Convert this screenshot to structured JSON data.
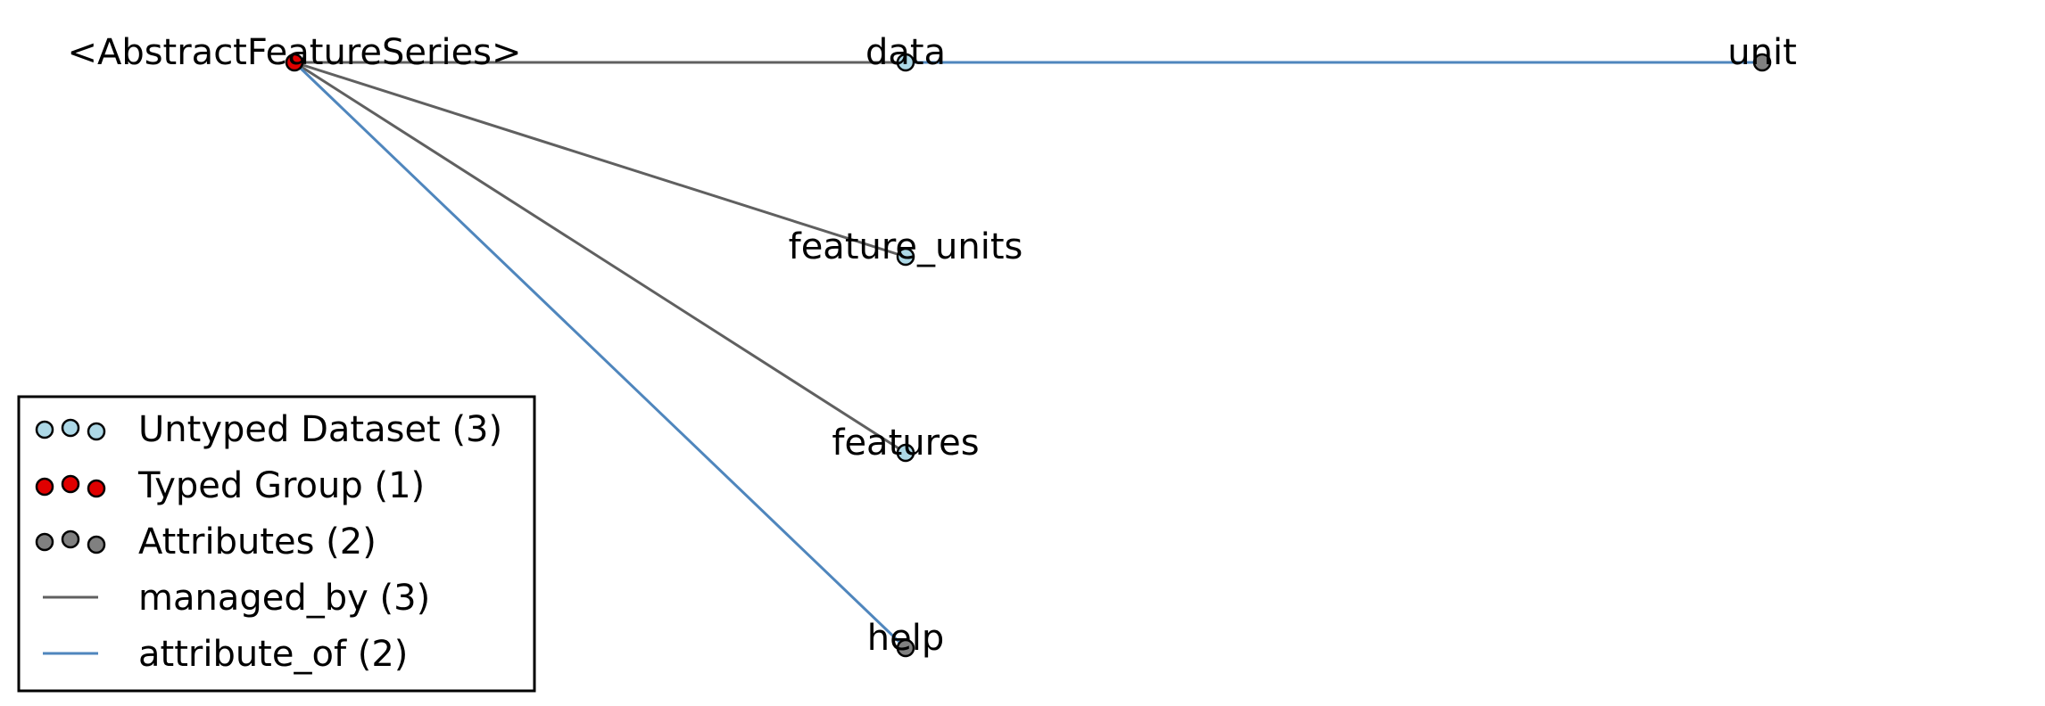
{
  "colors": {
    "managed_by": "#606060",
    "attribute_of": "#4f86bd",
    "untyped_dataset": "#add8e6",
    "typed_group": "#e00000",
    "attributes": "#808080",
    "node_stroke": "#000000"
  },
  "nodes": {
    "root": {
      "label": "<AbstractFeatureSeries>",
      "kind": "typed_group"
    },
    "data": {
      "label": "data",
      "kind": "untyped_dataset"
    },
    "unit": {
      "label": "unit",
      "kind": "attributes"
    },
    "feature_units": {
      "label": "feature_units",
      "kind": "untyped_dataset"
    },
    "features": {
      "label": "features",
      "kind": "untyped_dataset"
    },
    "help": {
      "label": "help",
      "kind": "attributes"
    }
  },
  "edges": [
    {
      "from": "root",
      "to": "data",
      "kind": "managed_by"
    },
    {
      "from": "data",
      "to": "unit",
      "kind": "attribute_of"
    },
    {
      "from": "root",
      "to": "feature_units",
      "kind": "managed_by"
    },
    {
      "from": "root",
      "to": "features",
      "kind": "managed_by"
    },
    {
      "from": "root",
      "to": "help",
      "kind": "attribute_of"
    }
  ],
  "legend": {
    "untyped_dataset": "Untyped Dataset (3)",
    "typed_group": "Typed Group (1)",
    "attributes": "Attributes (2)",
    "managed_by": "managed_by (3)",
    "attribute_of": "attribute_of (2)"
  }
}
